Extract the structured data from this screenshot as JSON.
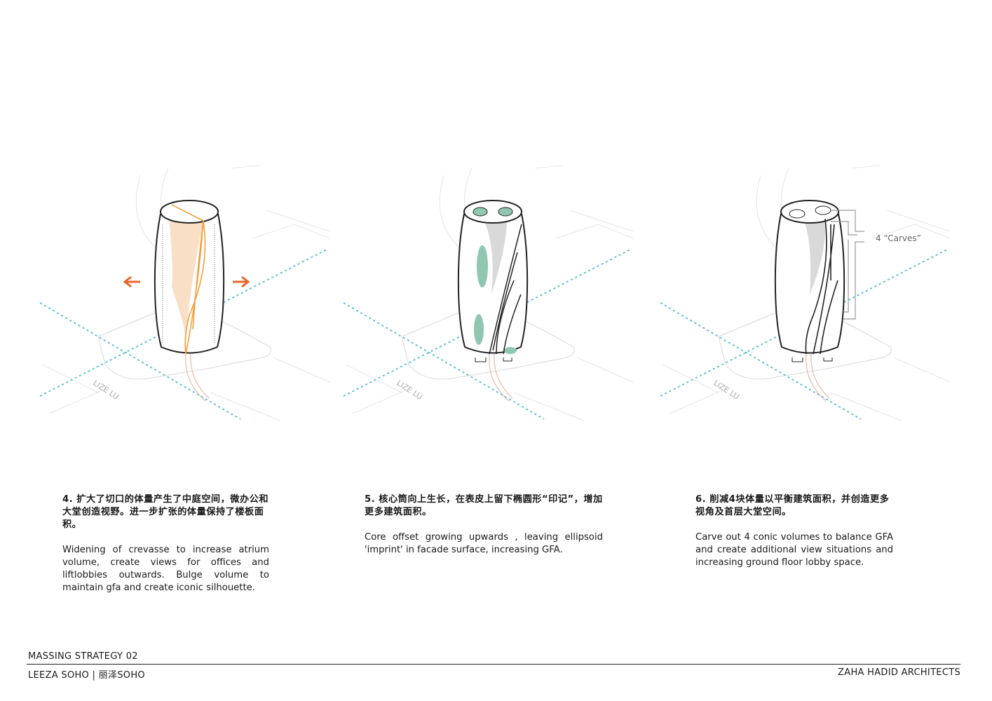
{
  "panels": [
    {
      "step_zh": "4. 扩大了切口的体量产生了中庭空间，微办公和大堂创造视野。进一步扩张的体量保持了楼板面积。",
      "step_en": "Widening of crevasse to increase atrium volume, create views for offices and liftlobbies outwards. Bulge volume to maintain gfa and create iconic silhouette.",
      "street_label": "LIZE LU"
    },
    {
      "step_zh": "5. 核心筒向上生长，在表皮上留下椭圆形“印记”，增加更多建筑面积。",
      "step_en": "Core offset growing upwards , leaving ellipsoid 'imprint' in facade surface, increasing GFA.",
      "street_label": "LIZE LU"
    },
    {
      "step_zh": "6.  削减4块体量以平衡建筑面积，并创造更多视角及首层大堂空间。",
      "step_en": "Carve out 4 conic volumes to balance GFA and create additional view situations and increasing ground floor lobby space.",
      "street_label": "LIZE LU",
      "annotation": "4  “Carves”"
    }
  ],
  "footer": {
    "sheet_title": "MASSING STRATEGY 02",
    "project": "LEEZA SOHO | 丽泽SOHO",
    "firm": "ZAHA HADID ARCHITECTS"
  },
  "colors": {
    "arrow": "#e8672a",
    "atrium_fill": "#f9d9bd",
    "imprint": "#8fc7b0",
    "metro_line": "#5bc0de"
  }
}
